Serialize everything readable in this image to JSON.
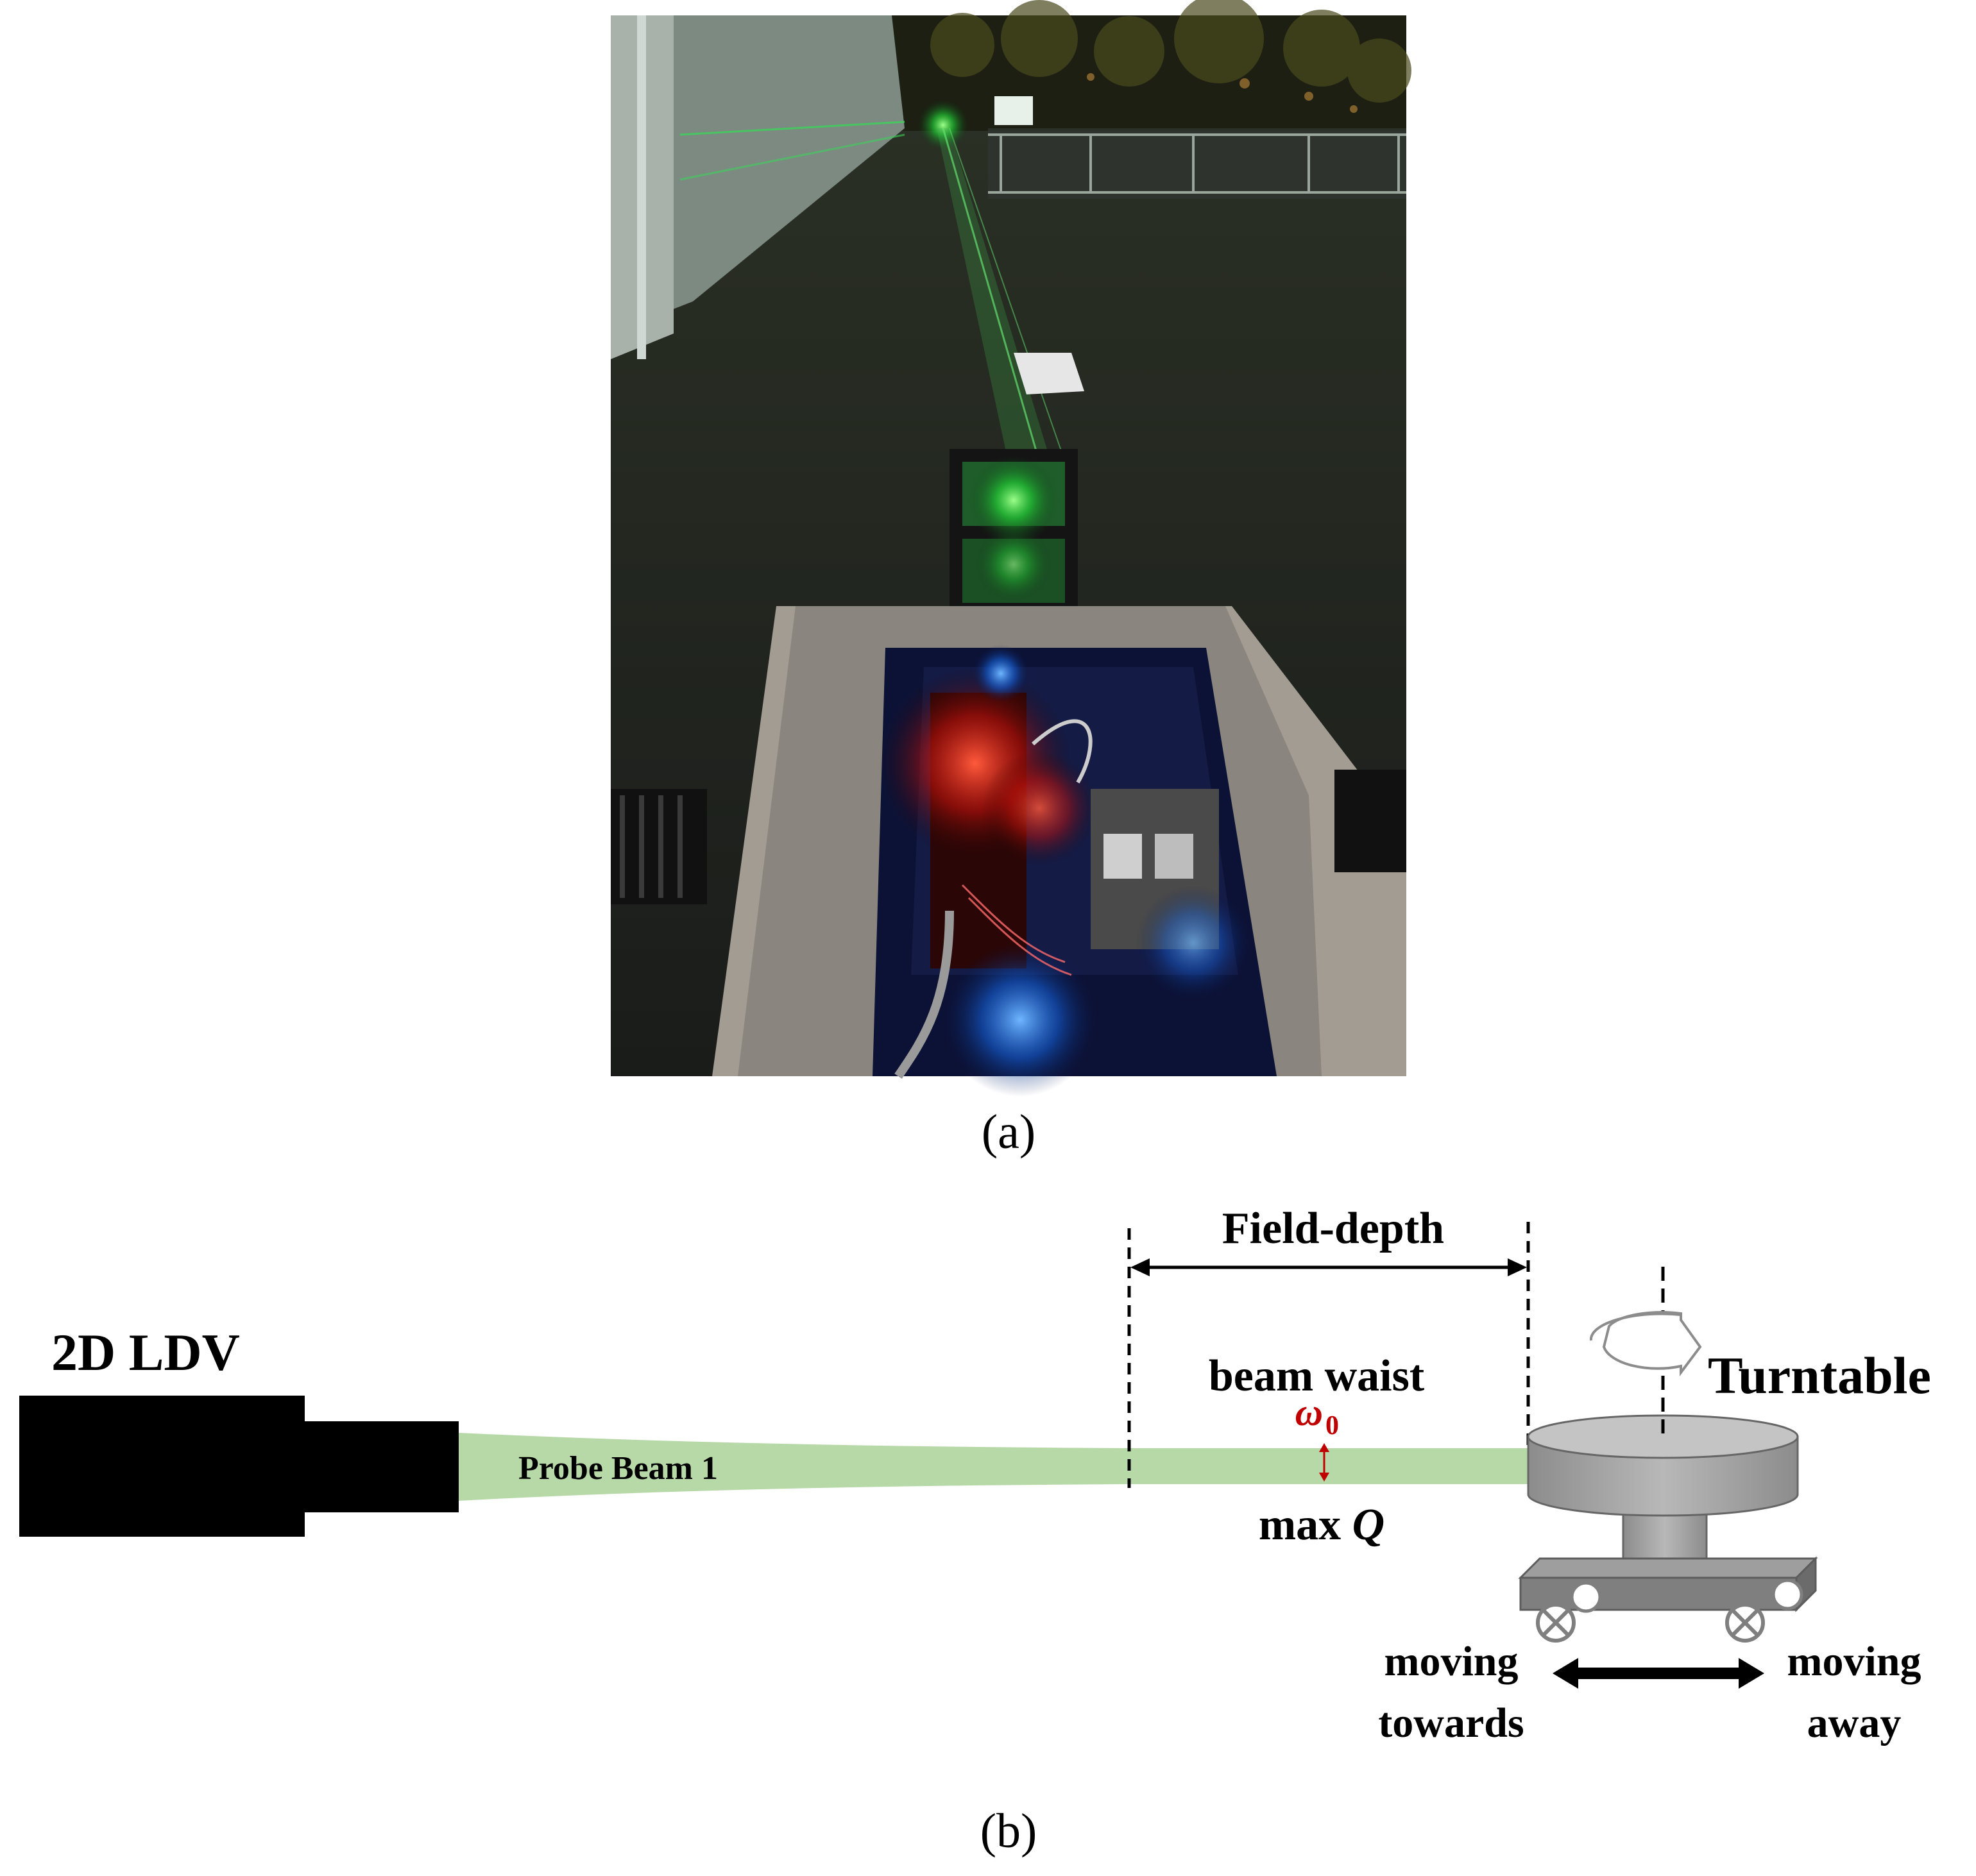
{
  "panel_a": {
    "caption": "(a)",
    "photo_description_icon": "night-ldv-experiment-photo"
  },
  "panel_b": {
    "caption": "(b)",
    "instrument_label": "2D LDV",
    "beam_label": "Probe Beam 1",
    "field_depth_label": "Field-depth",
    "beam_waist_label": "beam waist",
    "omega_base": "ω",
    "omega_sub": "0",
    "max_q_prefix": "max ",
    "max_q_var": "Q",
    "turntable_label": "Turntable",
    "moving_towards_line1": "moving",
    "moving_towards_line2": "towards",
    "moving_away_line1": "moving",
    "moving_away_line2": "away",
    "colors": {
      "beam": "#b7d9a8",
      "omega_red": "#c00000",
      "turntable_gray": "#a6a6a6",
      "cart_gray": "#7f7f7f"
    }
  }
}
